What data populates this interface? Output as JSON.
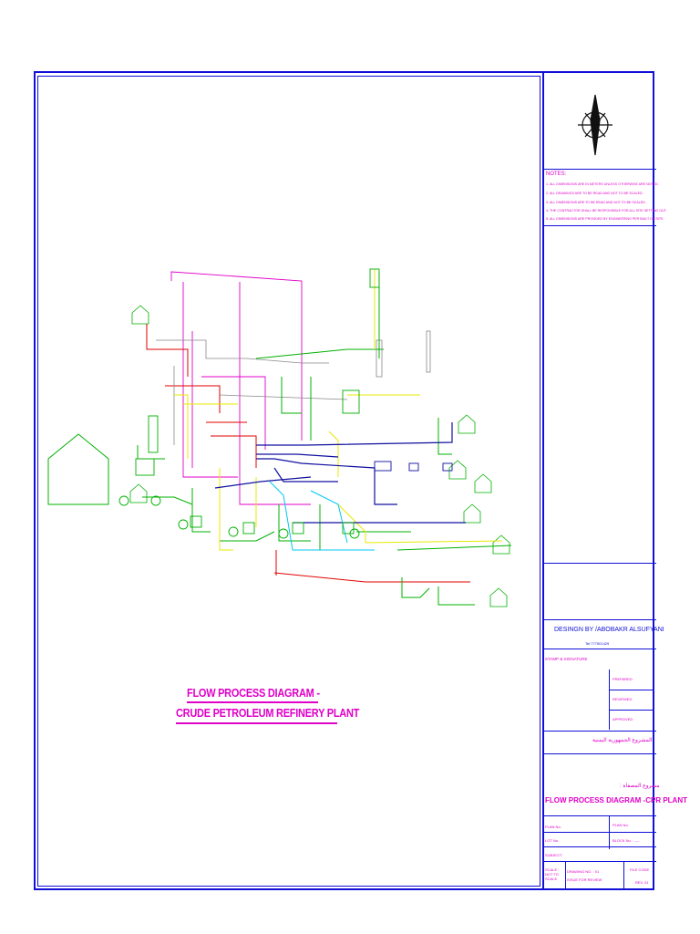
{
  "notes": {
    "title": "NOTES:",
    "items": [
      "1- ALL DIMENSIONS ARE IN METERS UNLESS OTHERWISE ARE NOTED.",
      "2- ALL DRAWINGS ARE TO BE READ AND NOT TO BE SCALED.",
      "3- ALL DIMENSIONS ARE TO BE READ AND NOT TO BE SCALED.",
      "4- THE CONTRACTOR SHALL BE RESPONSIBLE FOR ALL SITE SETTING OUT.",
      "5- ALL DIMENSIONS ARE PROVIDED BY ENGINEERING PER BUILT ON SITE."
    ]
  },
  "designer": {
    "label": "DESINGN BY /ABOBAKR ALSUFYANI",
    "phone": "Tel:777501429"
  },
  "stamp_label": "STAMP & SIGNATURE",
  "approvals": [
    "PREPARED",
    "REVIEWED",
    "APPROVED"
  ],
  "arabic_line1": "المشروع الجمهورية اليمنية",
  "arabic_line2": ": مشروع المصفاة",
  "plant_name": "FLOW PROCESS DIAGRAM -CPR PLANT",
  "fields": {
    "plan_left": "PLAN No.",
    "plan_right": "PLAN No.",
    "lot": "LOT No.",
    "block": "BLOCK No. : ----",
    "subject": "SUBJECT:",
    "scale": "SCALE : NOT TO SCALE",
    "drawing_no": "DRAWING NO. : 01",
    "issue": "ISSUE FOR REVIEW",
    "file_code": "FILE CODE",
    "rev": "REV. 01"
  },
  "title": {
    "line1": "FLOW PROCESS DIAGRAM -",
    "line2": "CRUDE PETROLEUM REFINERY PLANT"
  },
  "colors": {
    "frame": "#1010d8",
    "magenta": "#e000c8",
    "green": "#00b000",
    "red": "#e00000",
    "yellow": "#e8e800",
    "cyan": "#00c8f0",
    "navy": "#1010a0"
  }
}
